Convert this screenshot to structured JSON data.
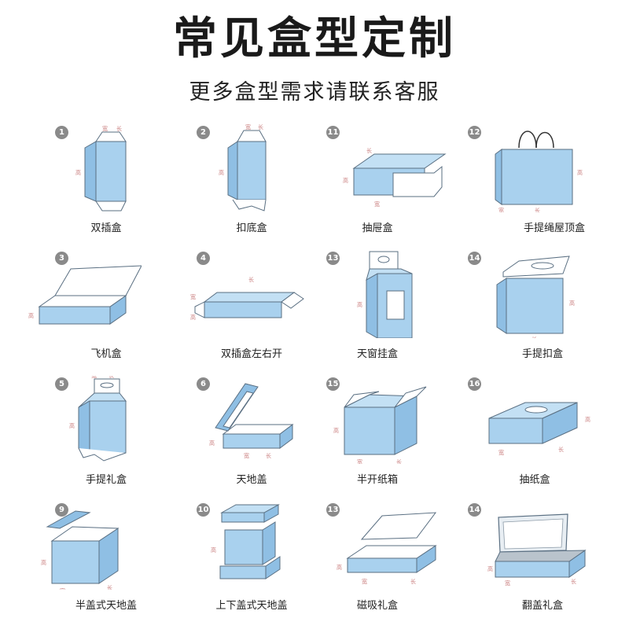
{
  "header": {
    "title": "常见盒型定制",
    "subtitle": "更多盒型需求请联系客服"
  },
  "colors": {
    "box_fill": "#a9d1ee",
    "box_fill_dark": "#8fbfe4",
    "outline": "#5a6f82",
    "badge": "#8a8a8a",
    "dimension": "#c97d7d"
  },
  "dimension_labels": {
    "length": "长",
    "width": "宽",
    "height": "高"
  },
  "boxes": [
    {
      "number": "1",
      "name": "双插盒",
      "icon": "tuck-end-box-icon"
    },
    {
      "number": "2",
      "name": "扣底盒",
      "icon": "lock-bottom-box-icon"
    },
    {
      "number": "11",
      "name": "抽屉盒",
      "icon": "drawer-box-icon"
    },
    {
      "number": "12",
      "name": "手提绳屋顶盒",
      "icon": "rope-handle-box-icon"
    },
    {
      "number": "3",
      "name": "飞机盒",
      "icon": "mailer-box-icon"
    },
    {
      "number": "4",
      "name": "双插盒左右开",
      "icon": "side-tuck-box-icon"
    },
    {
      "number": "13",
      "name": "天窗挂盒",
      "icon": "window-hang-box-icon"
    },
    {
      "number": "14",
      "name": "手提扣盒",
      "icon": "handle-lock-box-icon"
    },
    {
      "number": "5",
      "name": "手提礼盒",
      "icon": "gift-handle-box-icon"
    },
    {
      "number": "6",
      "name": "天地盖",
      "icon": "lid-base-box-icon"
    },
    {
      "number": "15",
      "name": "半开纸箱",
      "icon": "half-open-carton-icon"
    },
    {
      "number": "16",
      "name": "抽纸盒",
      "icon": "tissue-box-icon"
    },
    {
      "number": "9",
      "name": "半盖式天地盖",
      "icon": "half-lid-box-icon"
    },
    {
      "number": "10",
      "name": "上下盖式天地盖",
      "icon": "top-bottom-lid-box-icon"
    },
    {
      "number": "13",
      "name": "磁吸礼盒",
      "icon": "magnetic-gift-box-icon"
    },
    {
      "number": "14",
      "name": "翻盖礼盒",
      "icon": "flip-lid-gift-box-icon"
    }
  ]
}
